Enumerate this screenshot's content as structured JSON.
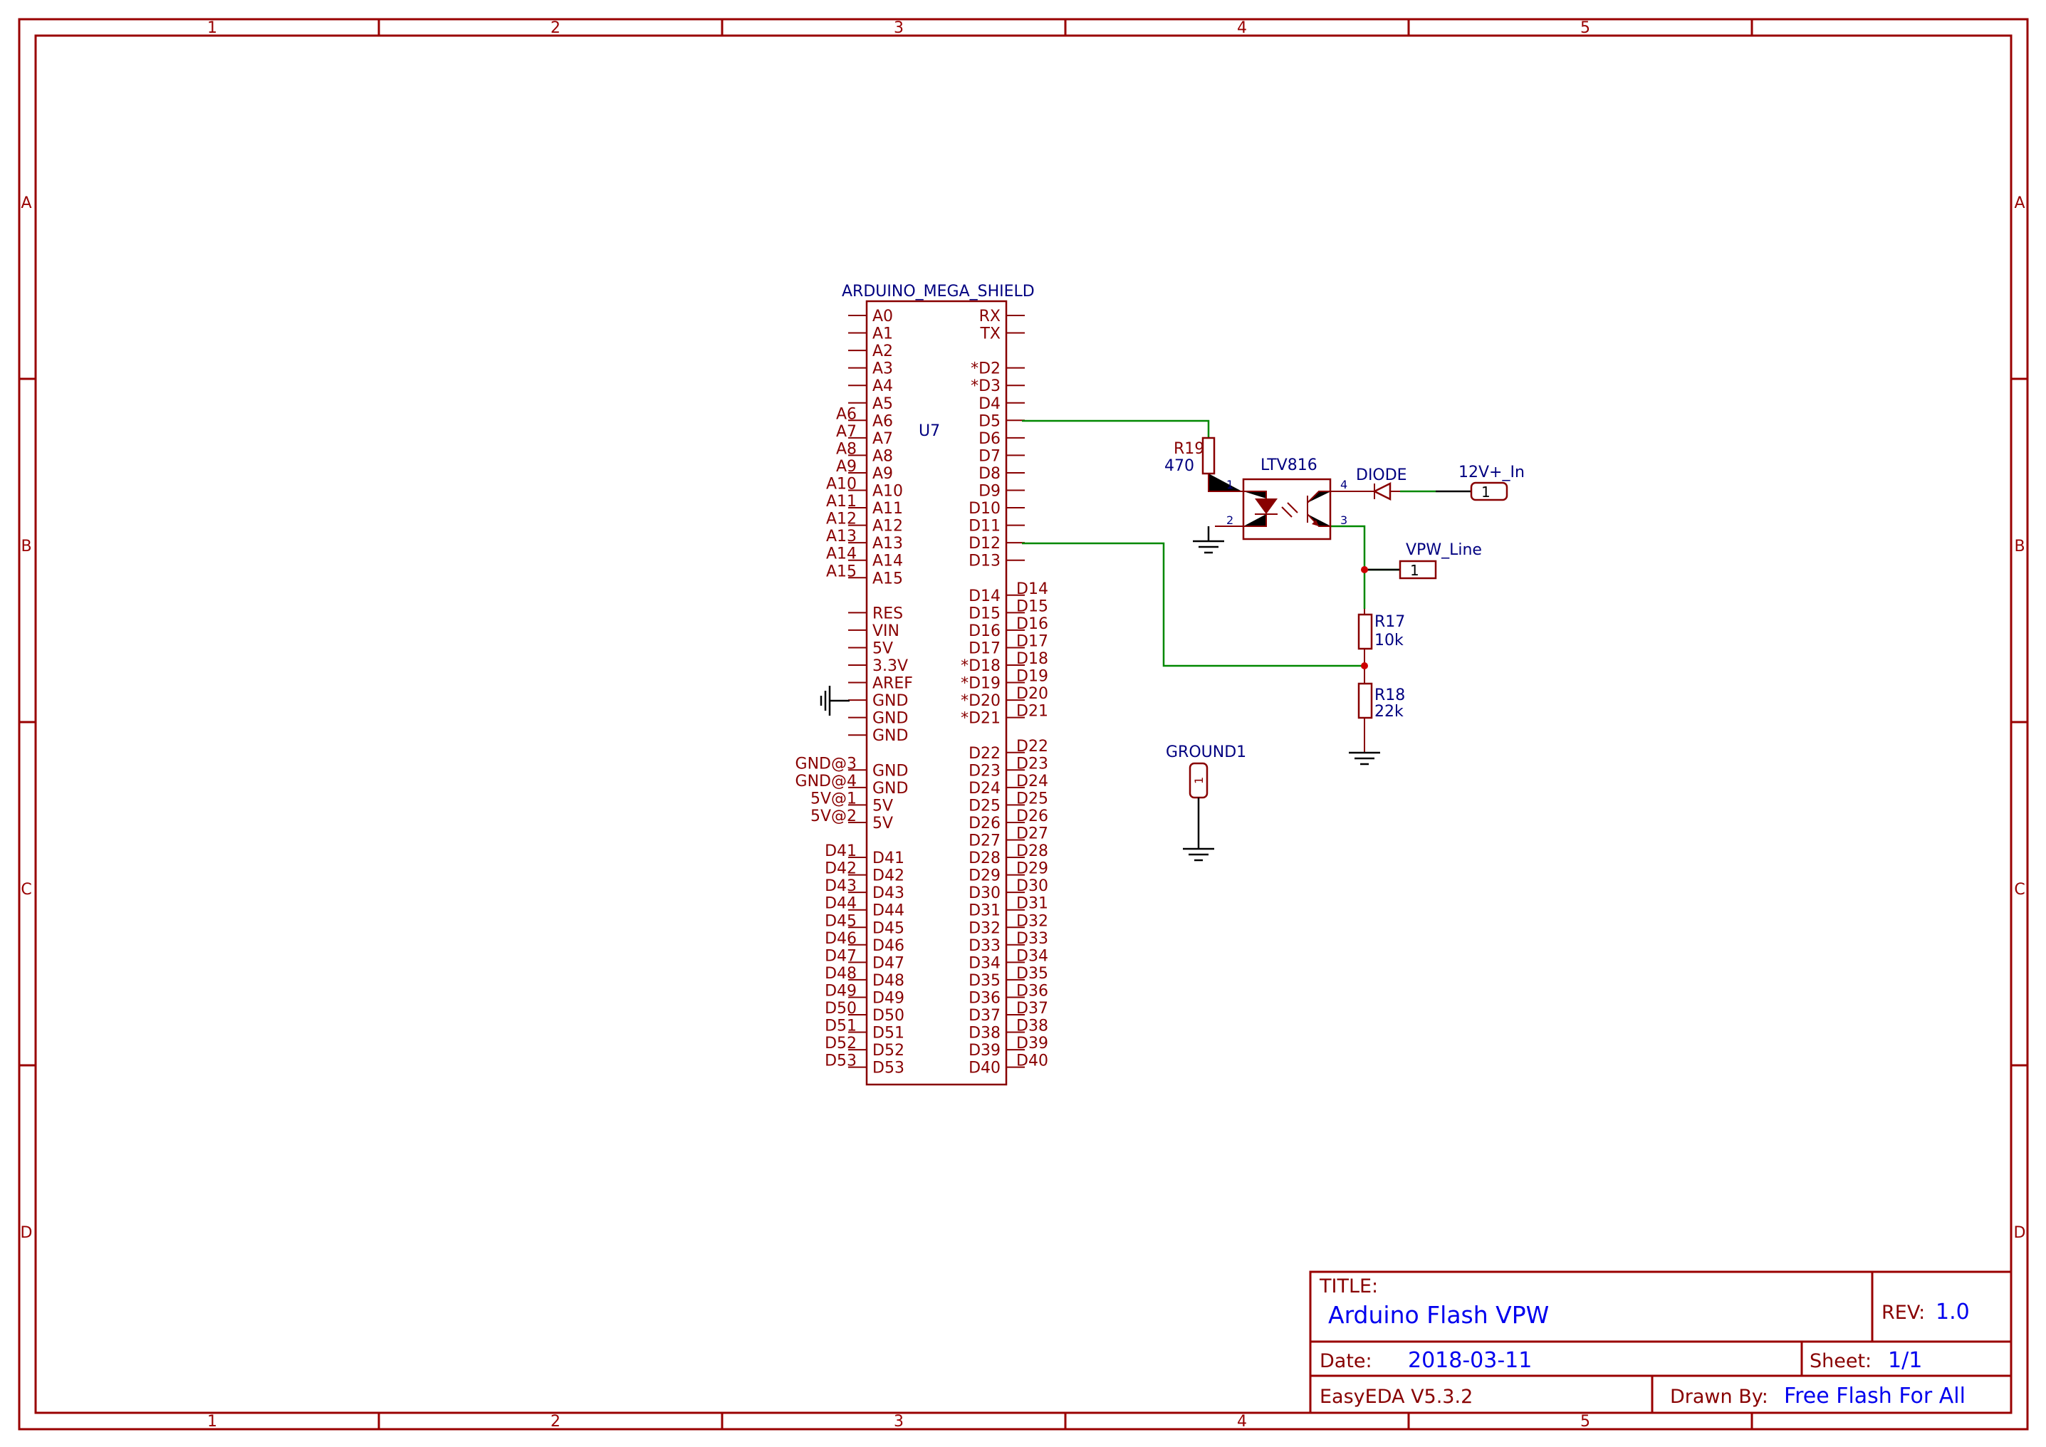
{
  "frame": {
    "col_labels": [
      "1",
      "2",
      "3",
      "4",
      "5"
    ],
    "row_labels": [
      "A",
      "B",
      "C",
      "D"
    ]
  },
  "mcu": {
    "part_name": "ARDUINO_MEGA_SHIELD",
    "designator": "U7",
    "left_pins": [
      "A0",
      "A1",
      "A2",
      "A3",
      "A4",
      "A5",
      "A6",
      "A7",
      "A8",
      "A9",
      "A10",
      "A11",
      "A12",
      "A13",
      "A14",
      "A15",
      "",
      "RES",
      "VIN",
      "5V",
      "3.3V",
      "AREF",
      "GND",
      "GND",
      "GND",
      "",
      "GND",
      "GND",
      "5V",
      "5V",
      "",
      "D41",
      "D42",
      "D43",
      "D44",
      "D45",
      "D46",
      "D47",
      "D48",
      "D49",
      "D50",
      "D51",
      "D52",
      "D53"
    ],
    "left_nums": [
      "",
      "",
      "",
      "",
      "",
      "",
      "A6",
      "A7",
      "A8",
      "A9",
      "A10",
      "A11",
      "A12",
      "A13",
      "A14",
      "A15",
      "",
      "",
      "",
      "",
      "",
      "",
      "",
      "",
      "",
      "",
      "GND@3",
      "GND@4",
      "5V@1",
      "5V@2",
      "",
      "D41",
      "D42",
      "D43",
      "D44",
      "D45",
      "D46",
      "D47",
      "D48",
      "D49",
      "D50",
      "D51",
      "D52",
      "D53"
    ],
    "right_pins": [
      "RX",
      "TX",
      "",
      "*D2",
      "*D3",
      "D4",
      "D5",
      "D6",
      "D7",
      "D8",
      "D9",
      "D10",
      "D11",
      "D12",
      "D13",
      "",
      "D14",
      "D15",
      "D16",
      "D17",
      "*D18",
      "*D19",
      "*D20",
      "*D21",
      "",
      "D22",
      "D23",
      "D24",
      "D25",
      "D26",
      "D27",
      "D28",
      "D29",
      "D30",
      "D31",
      "D32",
      "D33",
      "D34",
      "D35",
      "D36",
      "D37",
      "D38",
      "D39",
      "D40"
    ],
    "right_nums": [
      "",
      "",
      "",
      "",
      "",
      "",
      "",
      "",
      "",
      "",
      "",
      "",
      "",
      "",
      "",
      "",
      "D14",
      "D15",
      "D16",
      "D17",
      "D18",
      "D19",
      "D20",
      "D21",
      "",
      "D22",
      "D23",
      "D24",
      "D25",
      "D26",
      "D27",
      "D28",
      "D29",
      "D30",
      "D31",
      "D32",
      "D33",
      "D34",
      "D35",
      "D36",
      "D37",
      "D38",
      "D39",
      "D40"
    ]
  },
  "components": {
    "r19": {
      "ref": "R19",
      "value": "470"
    },
    "r17": {
      "ref": "R17",
      "value": "10k"
    },
    "r18": {
      "ref": "R18",
      "value": "22k"
    },
    "opto": {
      "ref": "LTV816",
      "pin1": "1",
      "pin2": "2",
      "pin3": "3",
      "pin4": "4"
    },
    "diode": {
      "ref": "DIODE"
    },
    "conn_12v": {
      "ref": "12V+_In",
      "pin": "1"
    },
    "conn_vpw": {
      "ref": "VPW_Line",
      "pin": "1"
    },
    "ground1": {
      "ref": "GROUND1",
      "pin": "1"
    }
  },
  "title_block": {
    "title_label": "TITLE:",
    "title": "Arduino Flash VPW",
    "rev_label": "REV:",
    "rev": "1.0",
    "date_label": "Date:",
    "date": "2018-03-11",
    "sheet_label": "Sheet:",
    "sheet": "1/1",
    "tool": "EasyEDA V5.3.2",
    "drawn_label": "Drawn By:",
    "drawn_by": "Free Flash For All"
  },
  "colors": {
    "frame": "#990000",
    "part": "#880000",
    "wire": "#008800",
    "label_blue": "#000080",
    "value_blue": "#0000ee"
  }
}
